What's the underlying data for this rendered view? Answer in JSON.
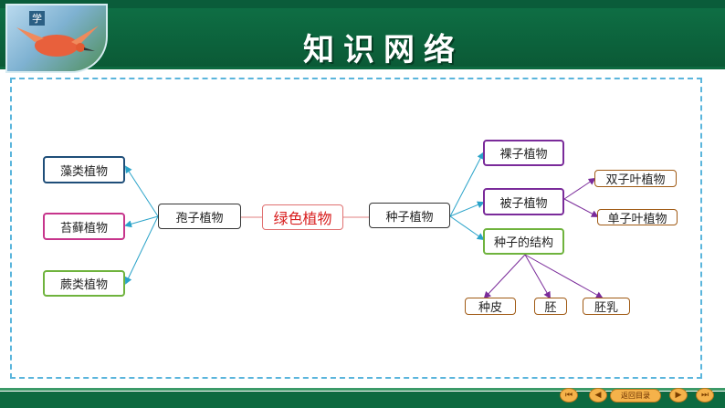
{
  "header": {
    "logo_text": "学",
    "title": "知识网络"
  },
  "diagram": {
    "root": "绿色植物",
    "spore": "孢子植物",
    "algae": "藻类植物",
    "moss": "苔藓植物",
    "fern": "蕨类植物",
    "seed": "种子植物",
    "gymno": "裸子植物",
    "angio": "被子植物",
    "dicot": "双子叶植物",
    "monocot": "单子叶植物",
    "structure": "种子的结构",
    "coat": "种皮",
    "embryo": "胚",
    "endosperm": "胚乳"
  },
  "nav": {
    "home_label": "返回目录",
    "first_icon": "first-page-icon",
    "prev_icon": "previous-page-icon",
    "next_icon": "next-page-icon",
    "last_icon": "last-page-icon"
  },
  "colors": {
    "header_green": "#0e6e44",
    "frame_border": "#5ab5dc",
    "root_text": "#d81e1e",
    "link_blue": "#2aa3c9",
    "link_purple": "#7a2b9a"
  }
}
